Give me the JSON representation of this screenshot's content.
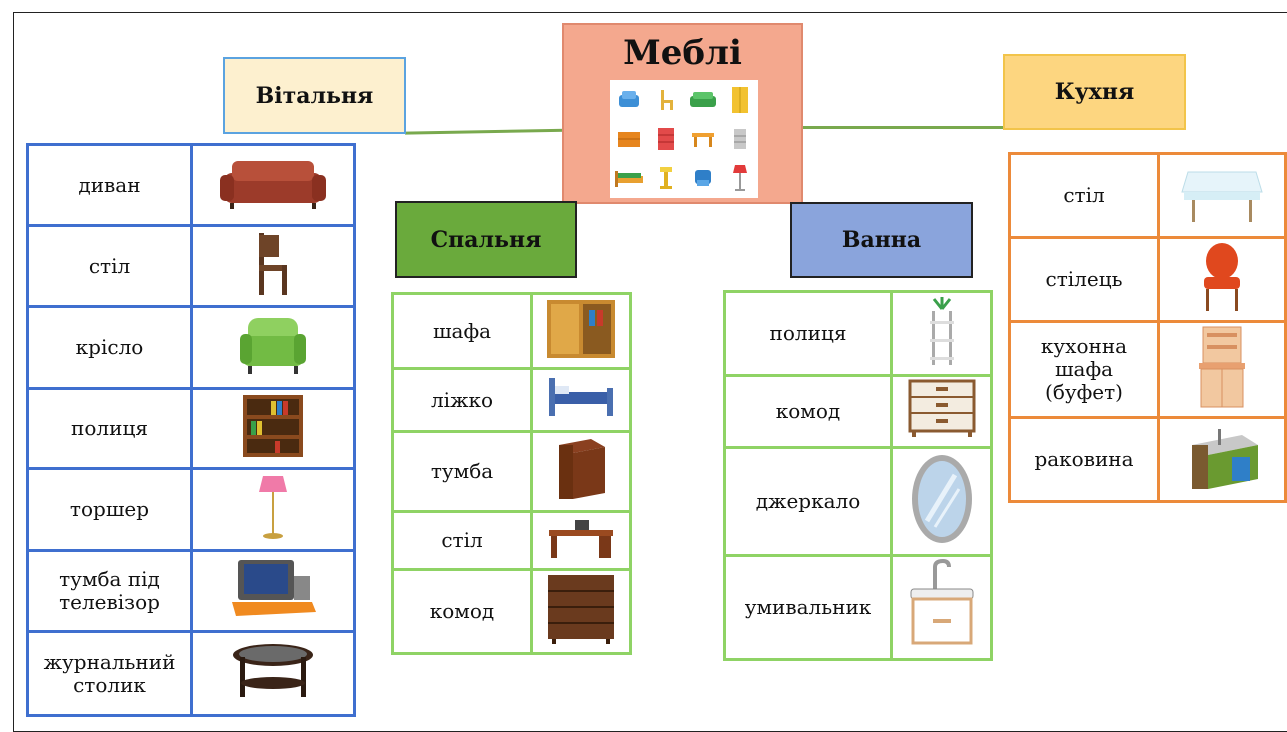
{
  "center": {
    "title": "Меблі"
  },
  "categories": {
    "living_room": {
      "title": "Вітальня",
      "items": [
        "диван",
        "стіл",
        "крісло",
        "полиця",
        "торшер",
        "тумба під\nтелевізор",
        "журнальний\nстолик"
      ]
    },
    "bedroom": {
      "title": "Спальня",
      "items": [
        "шафа",
        "ліжко",
        "тумба",
        "стіл",
        "комод"
      ]
    },
    "bathroom": {
      "title": "Ванна",
      "items": [
        "полиця",
        "комод",
        "джеркало",
        "умивальник"
      ]
    },
    "kitchen": {
      "title": "Кухня",
      "items": [
        "стіл",
        "стілець",
        "кухонна\nшафа\n(буфет)",
        "раковина"
      ]
    }
  },
  "colors": {
    "living_border": "#3f6fcf",
    "bedroom_border": "#8fd365",
    "kitchen_border": "#ec8a3a",
    "connector": "#79a94e",
    "center_fill": "#f4a88e",
    "living_fill": "#fdf0cf",
    "bedroom_fill": "#6aaa3c",
    "bathroom_fill": "#8aa4dc",
    "kitchen_fill": "#fdd680"
  }
}
